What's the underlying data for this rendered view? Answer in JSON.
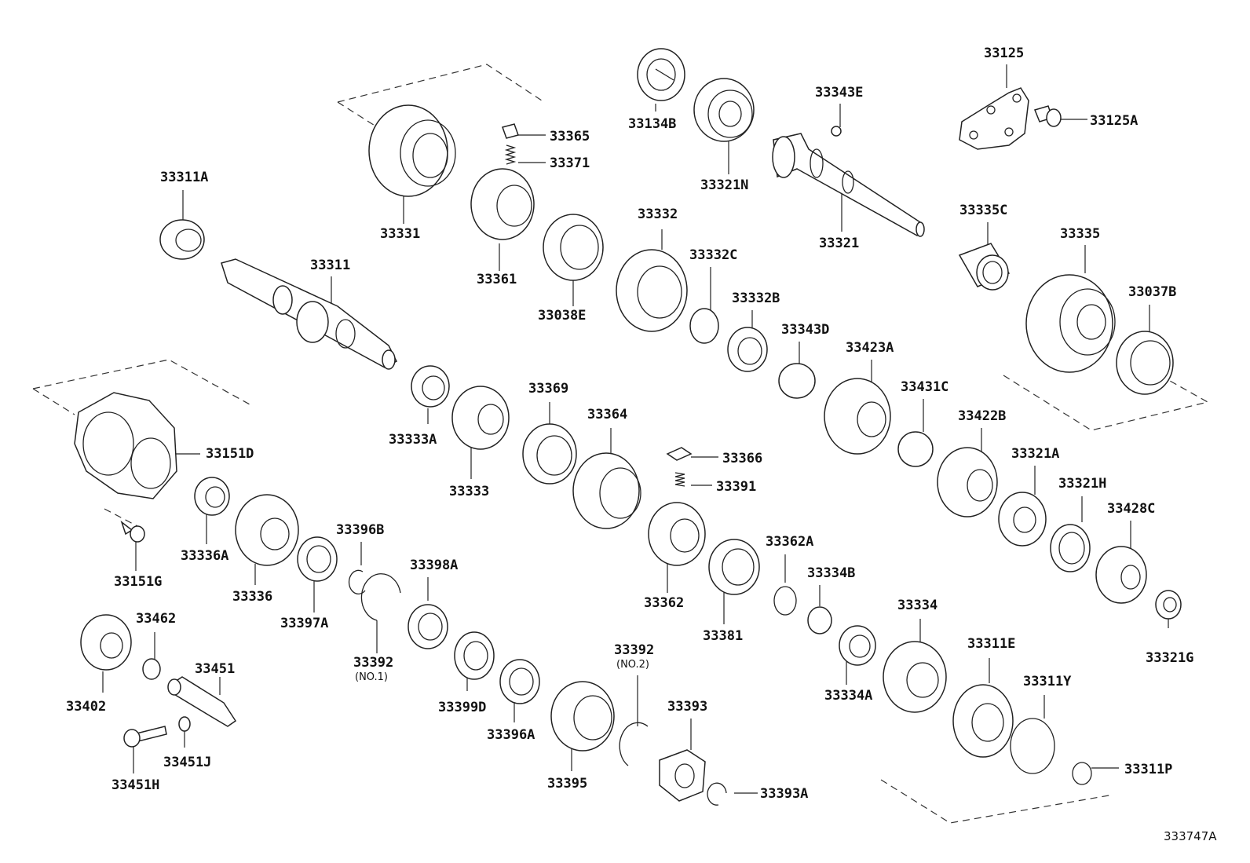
{
  "diagram": {
    "reference": "333747A",
    "parts": [
      {
        "id": "p33125",
        "label": "33125"
      },
      {
        "id": "p33125A",
        "label": "33125A"
      },
      {
        "id": "p33134B",
        "label": "33134B"
      },
      {
        "id": "p33321N",
        "label": "33321N"
      },
      {
        "id": "p33343E",
        "label": "33343E"
      },
      {
        "id": "p33321",
        "label": "33321"
      },
      {
        "id": "p33335C",
        "label": "33335C"
      },
      {
        "id": "p33335",
        "label": "33335"
      },
      {
        "id": "p33037B",
        "label": "33037B"
      },
      {
        "id": "p33365",
        "label": "33365"
      },
      {
        "id": "p33371",
        "label": "33371"
      },
      {
        "id": "p33331",
        "label": "33331"
      },
      {
        "id": "p33311A",
        "label": "33311A"
      },
      {
        "id": "p33311",
        "label": "33311"
      },
      {
        "id": "p33361",
        "label": "33361"
      },
      {
        "id": "p33038E",
        "label": "33038E"
      },
      {
        "id": "p33332",
        "label": "33332"
      },
      {
        "id": "p33332C",
        "label": "33332C"
      },
      {
        "id": "p33332B",
        "label": "33332B"
      },
      {
        "id": "p33343D",
        "label": "33343D"
      },
      {
        "id": "p33423A",
        "label": "33423A"
      },
      {
        "id": "p33431C",
        "label": "33431C"
      },
      {
        "id": "p33422B",
        "label": "33422B"
      },
      {
        "id": "p33321A",
        "label": "33321A"
      },
      {
        "id": "p33321H",
        "label": "33321H"
      },
      {
        "id": "p33428C",
        "label": "33428C"
      },
      {
        "id": "p33321G",
        "label": "33321G"
      },
      {
        "id": "p33333A",
        "label": "33333A"
      },
      {
        "id": "p33333",
        "label": "33333"
      },
      {
        "id": "p33369",
        "label": "33369"
      },
      {
        "id": "p33364",
        "label": "33364"
      },
      {
        "id": "p33366",
        "label": "33366"
      },
      {
        "id": "p33391",
        "label": "33391"
      },
      {
        "id": "p33362",
        "label": "33362"
      },
      {
        "id": "p33381",
        "label": "33381"
      },
      {
        "id": "p33362A",
        "label": "33362A"
      },
      {
        "id": "p33334B",
        "label": "33334B"
      },
      {
        "id": "p33334",
        "label": "33334"
      },
      {
        "id": "p33334A",
        "label": "33334A"
      },
      {
        "id": "p33311E",
        "label": "33311E"
      },
      {
        "id": "p33311Y",
        "label": "33311Y"
      },
      {
        "id": "p33311P",
        "label": "33311P"
      },
      {
        "id": "p33151D",
        "label": "33151D"
      },
      {
        "id": "p33151G",
        "label": "33151G"
      },
      {
        "id": "p33336A",
        "label": "33336A"
      },
      {
        "id": "p33336",
        "label": "33336"
      },
      {
        "id": "p33397A",
        "label": "33397A"
      },
      {
        "id": "p33396B",
        "label": "33396B"
      },
      {
        "id": "p33392a",
        "label": "33392",
        "note": "(NO.1)"
      },
      {
        "id": "p33398A",
        "label": "33398A"
      },
      {
        "id": "p33399D",
        "label": "33399D"
      },
      {
        "id": "p33396A",
        "label": "33396A"
      },
      {
        "id": "p33395",
        "label": "33395"
      },
      {
        "id": "p33392b",
        "label": "33392",
        "note": "(NO.2)"
      },
      {
        "id": "p33393",
        "label": "33393"
      },
      {
        "id": "p33393A",
        "label": "33393A"
      },
      {
        "id": "p33402",
        "label": "33402"
      },
      {
        "id": "p33462",
        "label": "33462"
      },
      {
        "id": "p33451",
        "label": "33451"
      },
      {
        "id": "p33451J",
        "label": "33451J"
      },
      {
        "id": "p33451H",
        "label": "33451H"
      }
    ]
  }
}
